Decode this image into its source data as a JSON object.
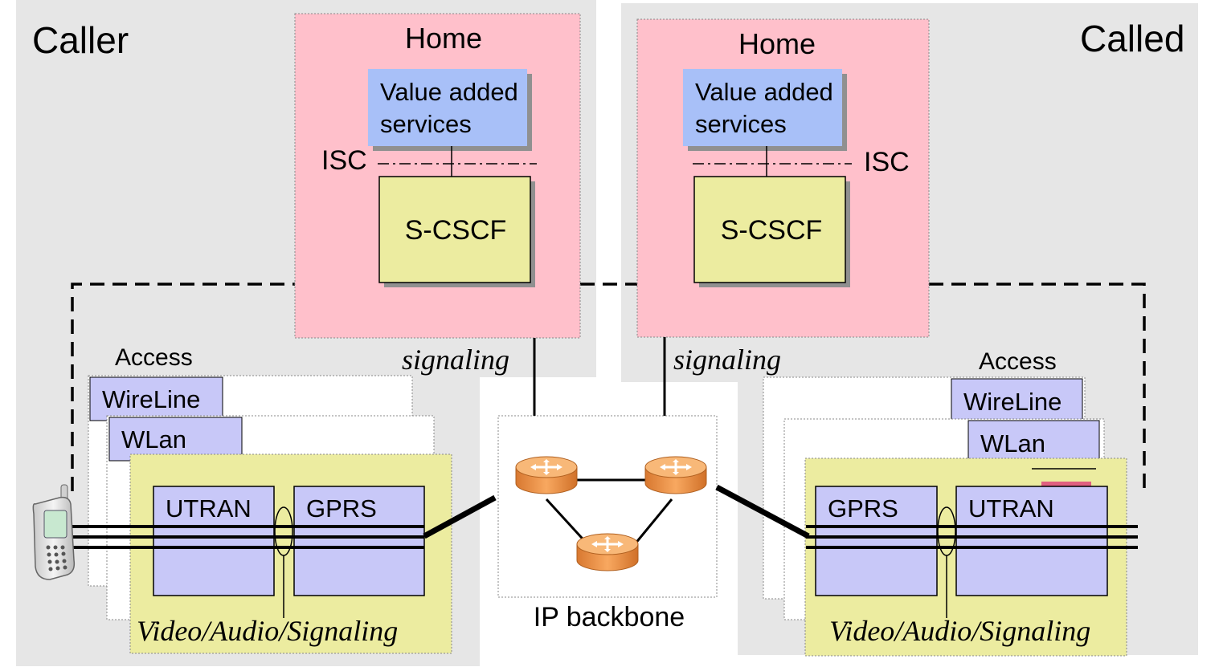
{
  "caller": {
    "title": "Caller",
    "home": {
      "title": "Home",
      "services_line1": "Value added",
      "services_line2": "services",
      "isc_label": "ISC",
      "cscf_label": "S-CSCF"
    },
    "signaling_label": "signaling",
    "access": {
      "title": "Access",
      "wireline": "WireLine",
      "wlan": "WLan",
      "utran": "UTRAN",
      "gprs": "GPRS",
      "flow_label": "Video/Audio/Signaling"
    }
  },
  "called": {
    "title": "Called",
    "home": {
      "title": "Home",
      "services_line1": "Value added",
      "services_line2": "services",
      "isc_label": "ISC",
      "cscf_label": "S-CSCF"
    },
    "signaling_label": "signaling",
    "access": {
      "title": "Access",
      "wireline": "WireLine",
      "wlan": "WLan",
      "gprs": "GPRS",
      "utran": "UTRAN",
      "flow_label": "Video/Audio/Signaling"
    }
  },
  "backbone": {
    "label": "IP backbone"
  },
  "colors": {
    "domain_bg": "#e6e6e6",
    "home_bg": "#ffc0cb",
    "services_bg": "#a8c0f8",
    "cscf_bg": "#ececa0",
    "access_yellow": "#ececa0",
    "radio_box": "#c8c8f8",
    "router": "#f0a050"
  },
  "icons": [
    "mobile-phone-icon",
    "router-icon"
  ]
}
